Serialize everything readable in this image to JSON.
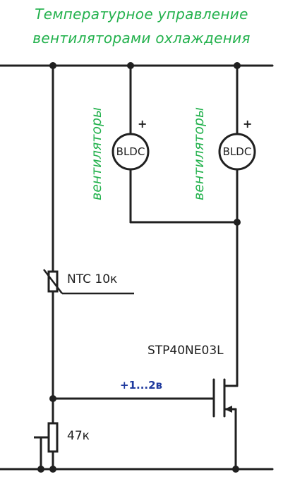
{
  "title": {
    "line1": "Температурное управление",
    "line2": "вентиляторами охлаждения"
  },
  "components": {
    "fan_label_left": "вентиляторы",
    "fan_label_right": "вентиляторы",
    "motor_left": "BLDC",
    "motor_right": "BLDC",
    "plus_left": "+",
    "plus_right": "+",
    "thermistor": "NTC 10к",
    "transistor": "STP40NE03L",
    "gate_voltage": "+1...2в",
    "pot": "47к"
  },
  "colors": {
    "wire": "#202020",
    "title": "#22b14c",
    "gate_label": "#1f3a9e"
  }
}
